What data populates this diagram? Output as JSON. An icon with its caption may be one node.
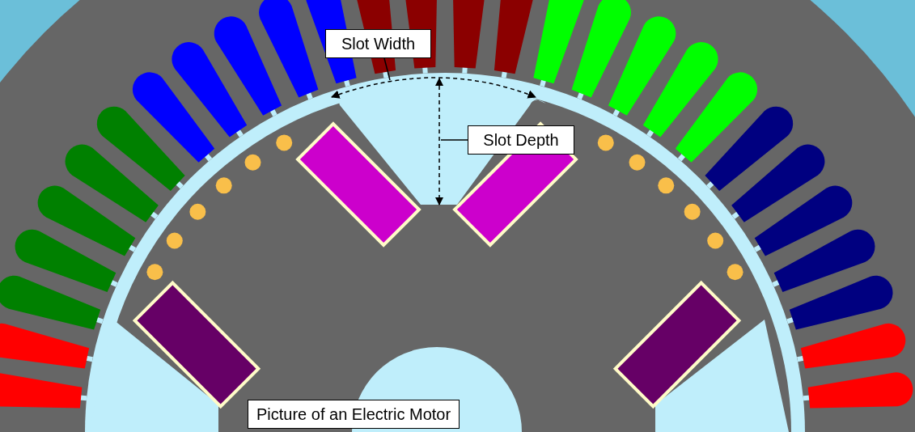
{
  "diagram": {
    "caption": "Picture of an Electric Motor",
    "nodes": [
      {
        "text": [
          "Slot Width"
        ]
      },
      {
        "text": [
          "Slot Depth"
        ]
      }
    ],
    "edges": [
      {
        "from": 0,
        "to": null,
        "arrow": "none"
      },
      {
        "from": 1,
        "to": null,
        "arrow": "none"
      }
    ]
  }
}
